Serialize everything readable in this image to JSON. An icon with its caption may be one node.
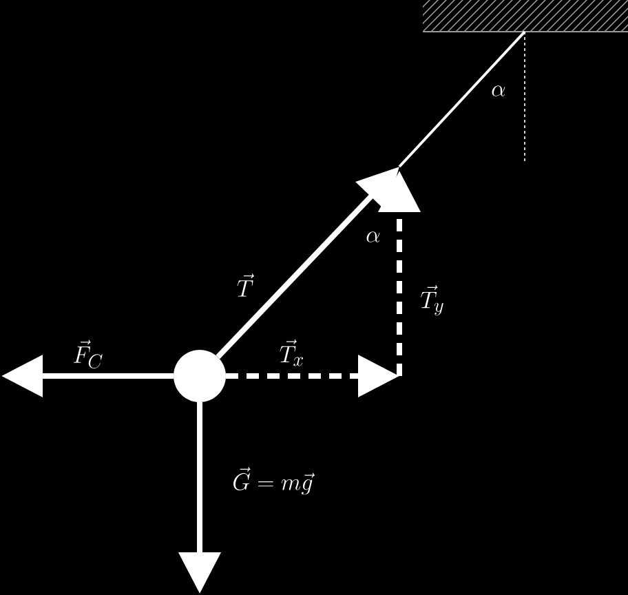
{
  "diagram": {
    "labels": [
      "\\alpha",
      "\\alpha",
      "\\vec{T}",
      "\\vec{T}_{y}",
      "\\vec{F}_{C}",
      "\\vec{T}_{x}",
      "\\vec{G}=m\\vec{g}"
    ]
  }
}
